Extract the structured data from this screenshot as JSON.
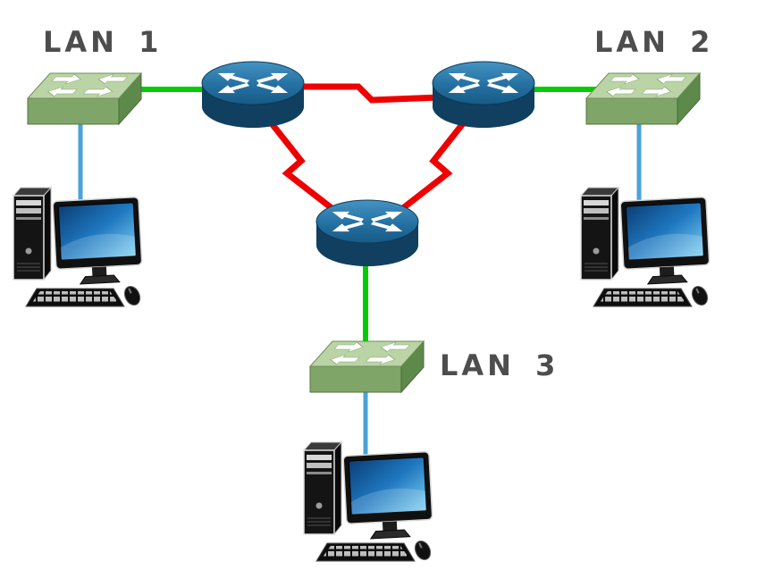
{
  "diagram": {
    "type": "network-topology",
    "background_color": "#ffffff",
    "label_color": "#4d4d4d",
    "labels": {
      "lan1": "LAN 1",
      "lan2": "LAN 2",
      "lan3": "LAN 3"
    },
    "nodes": [
      {
        "id": "switch-1",
        "kind": "ethernet-switch-icon",
        "lan": "LAN 1"
      },
      {
        "id": "switch-2",
        "kind": "ethernet-switch-icon",
        "lan": "LAN 2"
      },
      {
        "id": "switch-3",
        "kind": "ethernet-switch-icon",
        "lan": "LAN 3"
      },
      {
        "id": "router-1",
        "kind": "router-icon"
      },
      {
        "id": "router-2",
        "kind": "router-icon"
      },
      {
        "id": "router-3",
        "kind": "router-icon"
      },
      {
        "id": "pc-1",
        "kind": "desktop-computer-icon",
        "lan": "LAN 1"
      },
      {
        "id": "pc-2",
        "kind": "desktop-computer-icon",
        "lan": "LAN 2"
      },
      {
        "id": "pc-3",
        "kind": "desktop-computer-icon",
        "lan": "LAN 3"
      }
    ],
    "links": [
      {
        "from": "switch-1",
        "to": "router-1",
        "color": "#00cc00",
        "style": "straight"
      },
      {
        "from": "router-2",
        "to": "switch-2",
        "color": "#00cc00",
        "style": "straight"
      },
      {
        "from": "router-3",
        "to": "switch-3",
        "color": "#00cc00",
        "style": "straight"
      },
      {
        "from": "router-1",
        "to": "router-2",
        "color": "#ee0000",
        "style": "zigzag"
      },
      {
        "from": "router-1",
        "to": "router-3",
        "color": "#ee0000",
        "style": "zigzag"
      },
      {
        "from": "router-2",
        "to": "router-3",
        "color": "#ee0000",
        "style": "zigzag"
      },
      {
        "from": "switch-1",
        "to": "pc-1",
        "color": "#4aa3d8",
        "style": "straight"
      },
      {
        "from": "switch-2",
        "to": "pc-2",
        "color": "#4aa3d8",
        "style": "straight"
      },
      {
        "from": "switch-3",
        "to": "pc-3",
        "color": "#4aa3d8",
        "style": "straight"
      }
    ],
    "colors": {
      "router_body": "#103f60",
      "router_top": "#2470a2",
      "switch_top": "#bad4a6",
      "switch_front": "#7fa569",
      "switch_side": "#5d8a4b",
      "lan_link": "#00cc00",
      "wan_link": "#ee0000",
      "host_link": "#4aa3d8",
      "monitor_screen": "#1f78c0"
    }
  }
}
